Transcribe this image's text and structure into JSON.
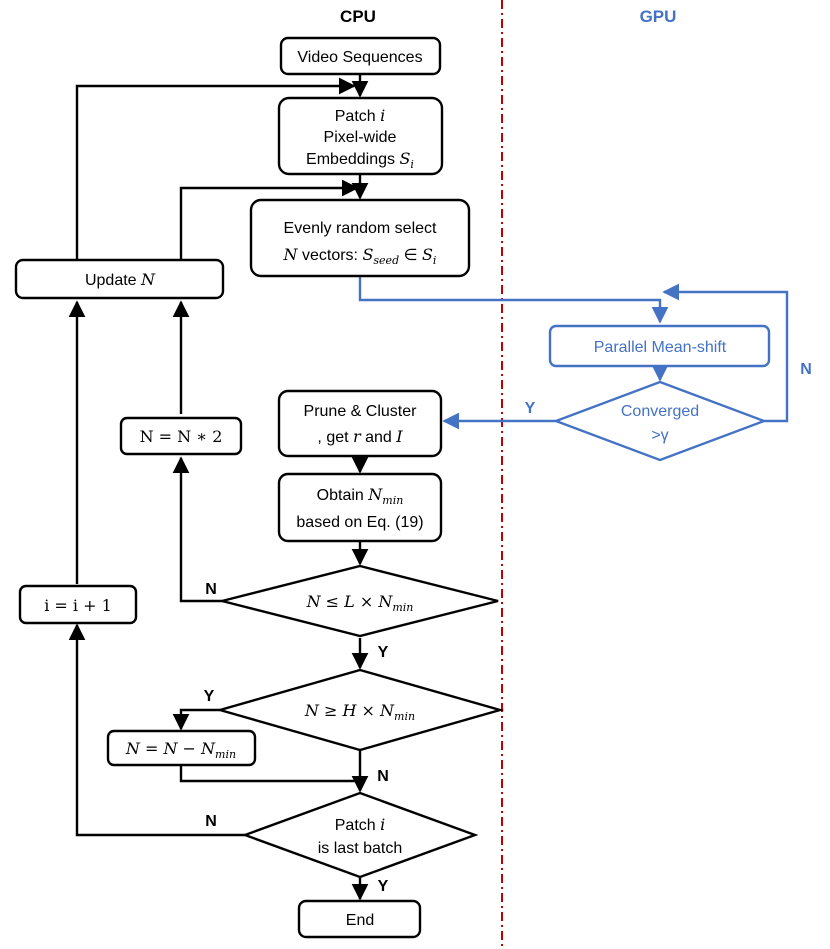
{
  "headers": {
    "cpu": "CPU",
    "gpu": "GPU"
  },
  "nodes": {
    "video": "Video Sequences",
    "patch": {
      "l1": "Patch",
      "l1_var": "i",
      "l2": "Pixel-wide",
      "l3": "Embeddings",
      "l3_var": "S",
      "l3_sub": "i"
    },
    "select": {
      "l1": "Evenly random select",
      "l2_var": "N",
      "l2_text": " vectors: ",
      "l2_s": "S",
      "l2_sub": "seed",
      "l2_in": " ∈ ",
      "l2_s2": "S",
      "l2_sub2": "i"
    },
    "update": {
      "text": "Update ",
      "var": "N"
    },
    "meanshift": "Parallel Mean-shift",
    "converged": {
      "l1": "Converged",
      "l2": ">γ"
    },
    "prune": {
      "l1": "Prune & Cluster",
      "l2a": ", get ",
      "l2_r": "r",
      "l2b": " and ",
      "l2_i": "I"
    },
    "double": "N = N ∗ 2",
    "obtain": {
      "l1": "Obtain ",
      "l1_var": "N",
      "l1_sub": "min",
      "l2": "based on Eq. (19)"
    },
    "cond_l": {
      "a": "N ≤ L × N",
      "sub": "min"
    },
    "cond_h": {
      "a": "N ≥ H × N",
      "sub": "min"
    },
    "reduce": {
      "a": "N = N − N",
      "sub": "min"
    },
    "incr": "i = i + 1",
    "last": {
      "l1": "Patch ",
      "l1_var": "i",
      "l2": "is last batch"
    },
    "end": "End"
  },
  "edge_labels": {
    "converged_yes": "Y",
    "converged_no": "N",
    "cond_l_no": "N",
    "cond_l_yes": "Y",
    "cond_h_yes": "Y",
    "cond_h_no": "N",
    "last_no": "N",
    "last_yes": "Y"
  },
  "colors": {
    "cpu": "#000000",
    "gpu": "#4472C4",
    "divider": "#C00000"
  }
}
